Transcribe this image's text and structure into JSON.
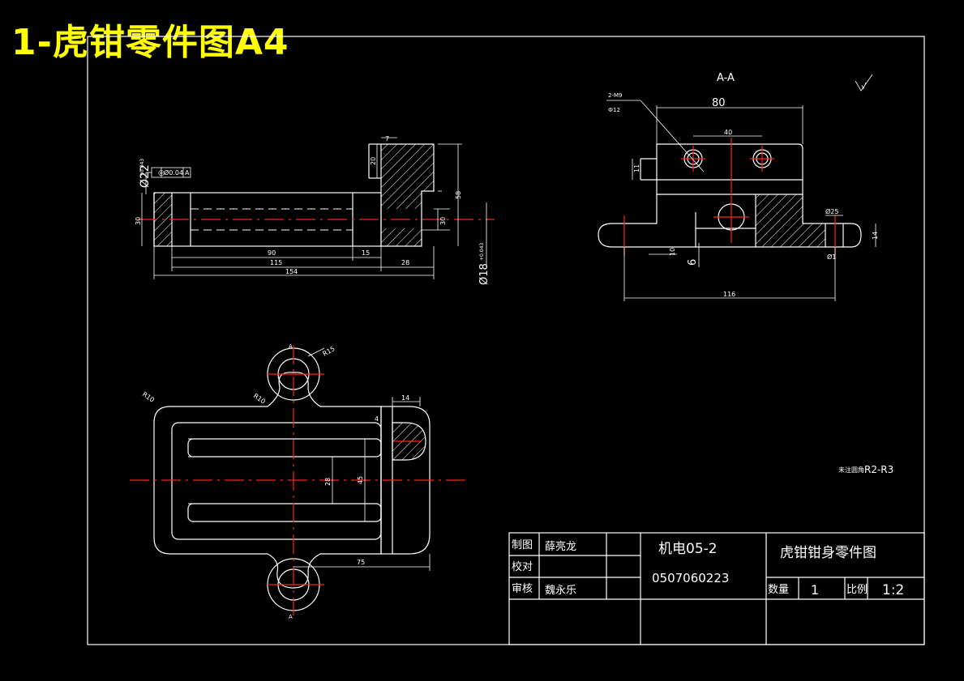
{
  "header": {
    "title": "1-虎钳零件图A4"
  },
  "section_view": {
    "label": "A-A",
    "thread_note": "2-M9",
    "hole_note": "Ф12",
    "roughness_symbol": "√"
  },
  "tech_note": {
    "prefix": "未注圆角",
    "value": "R2-R3"
  },
  "front_view": {
    "tolerance_frame": {
      "symbol": "◎",
      "value": "Ø0.04",
      "datum": "A"
    },
    "dims": {
      "d20": "20",
      "d7": "7",
      "d30a": "30",
      "d30b": "30",
      "d58": "58",
      "d90": "90",
      "d15": "15",
      "d115": "115",
      "d28": "28",
      "d154": "154",
      "dia22": "Ø22",
      "dia22_tol": "+0.043",
      "dia18": "Ø18",
      "dia18_tol": "+0.043"
    }
  },
  "section_dims": {
    "d80": "80",
    "d40": "40",
    "d11": "11",
    "d25": "Ø25",
    "d14": "14",
    "d10": "10",
    "d6": "6",
    "d1": "Ø1",
    "d116": "116"
  },
  "top_view": {
    "section_mark_top": "A",
    "section_mark_bottom": "A",
    "dims": {
      "r15": "R15",
      "r10a": "R10",
      "r10b": "R10",
      "d14": "14",
      "d4": "4",
      "d28": "28",
      "d45": "45",
      "d75": "75"
    }
  },
  "title_block": {
    "row1_label": "制图",
    "row1_name": "薛亮龙",
    "row2_label": "校对",
    "row3_label": "审核",
    "row3_name": "魏永乐",
    "class_code": "机电05-2",
    "student_id": "0507060223",
    "part_name": "虎钳钳身零件图",
    "qty_label": "数量",
    "qty_value": "1",
    "scale_label": "比例",
    "scale_value": "1:2"
  }
}
